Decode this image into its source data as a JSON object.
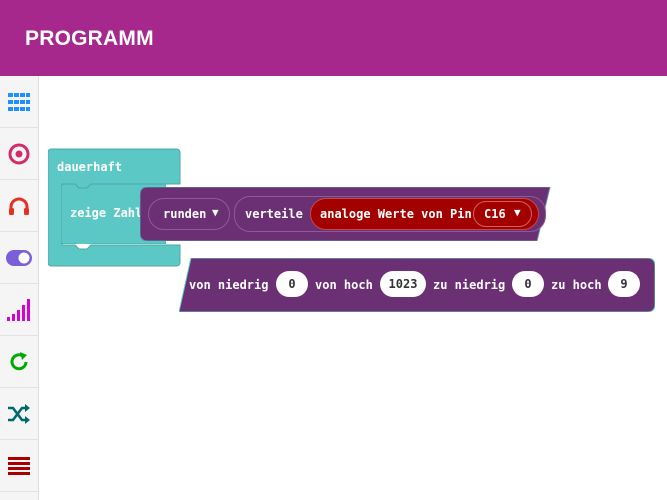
{
  "header": {
    "title": "PROGRAMM"
  },
  "sidebar": {
    "categories": [
      {
        "icon": "grid-icon",
        "color": "#1e90ff"
      },
      {
        "icon": "target-icon",
        "color": "#d42b6a"
      },
      {
        "icon": "headphones-icon",
        "color": "#e63022"
      },
      {
        "icon": "toggle-icon",
        "color": "#7b5fd6"
      },
      {
        "icon": "signal-icon",
        "color": "#d400d4"
      },
      {
        "icon": "loop-icon",
        "color": "#00aa00"
      },
      {
        "icon": "shuffle-icon",
        "color": "#006970"
      },
      {
        "icon": "variables-icon",
        "color": "#a80000"
      }
    ]
  },
  "blocks": {
    "forever_label": "dauerhaft",
    "show_number_label": "zeige Zahl",
    "round_dropdown": "runden",
    "map_label": "verteile",
    "analog_read_label": "analoge Werte von Pin",
    "pin_dropdown": "C16",
    "from_low_label": "von niedrig",
    "from_low_value": "0",
    "from_high_label": "von hoch",
    "from_high_value": "1023",
    "to_low_label": "zu niedrig",
    "to_low_value": "0",
    "to_high_label": "zu hoch",
    "to_high_value": "9"
  },
  "colors": {
    "header": "#a6288d",
    "forever_block": "#5cc8c6",
    "map_block": "#6b2f73",
    "analog_block": "#a30000"
  }
}
